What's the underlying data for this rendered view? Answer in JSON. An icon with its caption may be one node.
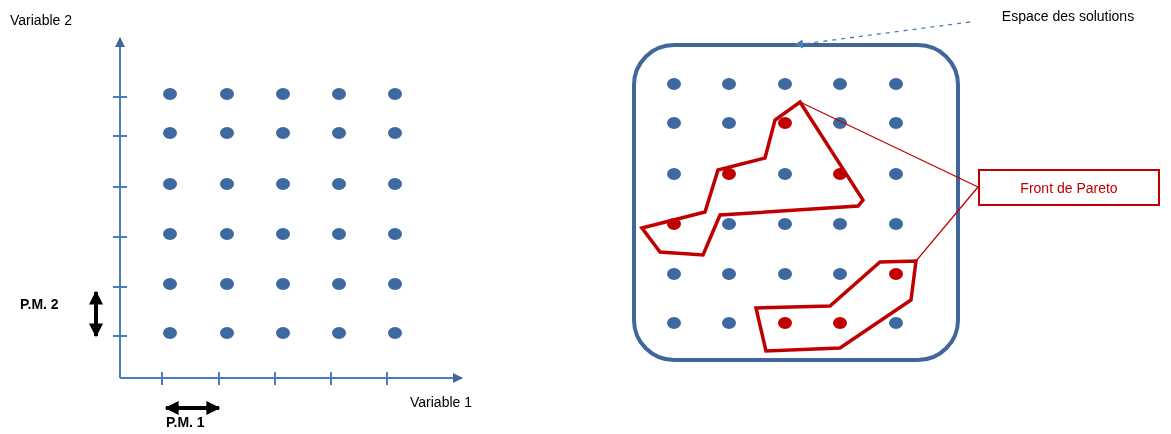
{
  "diagram": {
    "nodes": [
      {
        "text": [
          "Espace des solutions"
        ]
      },
      {
        "text": [],
        "shape": "box"
      },
      {
        "text": [],
        "shape": "polygon",
        "in": 1
      },
      {
        "text": [],
        "shape": "polygon",
        "in": 1
      },
      {
        "text": [
          "Front de Pareto"
        ]
      }
    ],
    "edges": [
      {
        "from": 0,
        "to": 1,
        "arrow": "to",
        "style": "dashed",
        "color": "#4a7ebb"
      },
      {
        "from": 4,
        "to": 2,
        "arrow": "none"
      },
      {
        "from": 4,
        "to": 3,
        "arrow": "none"
      }
    ],
    "labels": [
      "Variable 2",
      "P.M. 2",
      "Variable 1",
      "P.M. 1"
    ]
  }
}
